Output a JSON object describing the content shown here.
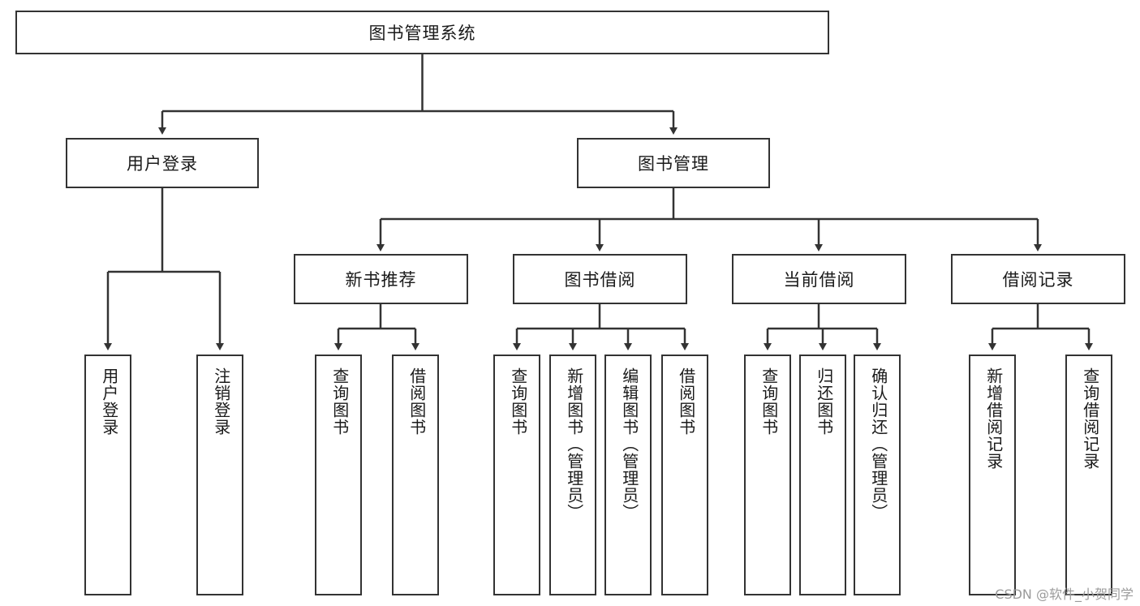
{
  "diagram": {
    "title": "图书管理系统",
    "watermark": "CSDN @软件_小贺同学",
    "stroke_color": "#333333",
    "background_color": "#ffffff",
    "text_color": "#1a1a1a",
    "root": {
      "label": "图书管理系统"
    },
    "level2": [
      {
        "label": "用户登录"
      },
      {
        "label": "图书管理"
      }
    ],
    "level3": [
      {
        "label": "新书推荐"
      },
      {
        "label": "图书借阅"
      },
      {
        "label": "当前借阅"
      },
      {
        "label": "借阅记录"
      }
    ],
    "leaves": {
      "user_login": [
        {
          "label": "用户登录"
        },
        {
          "label": "注销登录"
        }
      ],
      "new_book_recommend": [
        {
          "label": "查询图书"
        },
        {
          "label": "借阅图书"
        }
      ],
      "book_borrow": [
        {
          "label": "查询图书"
        },
        {
          "label": "新增图书（管理员）"
        },
        {
          "label": "编辑图书（管理员）"
        },
        {
          "label": "借阅图书"
        }
      ],
      "current_borrow": [
        {
          "label": "查询图书"
        },
        {
          "label": "归还图书"
        },
        {
          "label": "确认归还（管理员）"
        }
      ],
      "borrow_record": [
        {
          "label": "新增借阅记录"
        },
        {
          "label": "查询借阅记录"
        }
      ]
    }
  }
}
